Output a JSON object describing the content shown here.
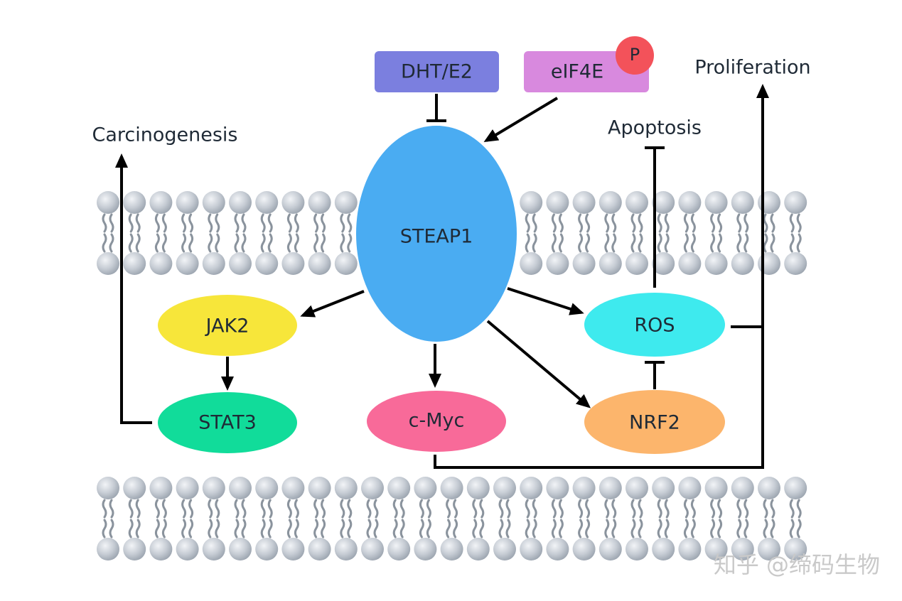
{
  "diagram": {
    "nodes": {
      "dht_e2": {
        "label": "DHT/E2",
        "color": "#7b7fdf"
      },
      "eif4e": {
        "label": "eIF4E",
        "color": "#d889de"
      },
      "phospho": {
        "label": "P",
        "color": "#f3525a"
      },
      "steap1": {
        "label": "STEAP1",
        "color": "#4aacf2"
      },
      "jak2": {
        "label": "JAK2",
        "color": "#f7e63a"
      },
      "stat3": {
        "label": "STAT3",
        "color": "#11dc9a"
      },
      "cmyc": {
        "label": "c-Myc",
        "color": "#f86a99"
      },
      "ros": {
        "label": "ROS",
        "color": "#3eeaee"
      },
      "nrf2": {
        "label": "NRF2",
        "color": "#fcb56c"
      }
    },
    "outcomes": {
      "carcinogenesis": "Carcinogenesis",
      "apoptosis": "Apoptosis",
      "proliferation": "Proliferation"
    },
    "edges": [
      {
        "from": "dht_e2",
        "to": "steap1",
        "type": "inhibit"
      },
      {
        "from": "eif4e",
        "to": "steap1",
        "type": "activate"
      },
      {
        "from": "steap1",
        "to": "jak2",
        "type": "activate"
      },
      {
        "from": "steap1",
        "to": "cmyc",
        "type": "activate"
      },
      {
        "from": "steap1",
        "to": "ros",
        "type": "activate"
      },
      {
        "from": "steap1",
        "to": "nrf2",
        "type": "activate"
      },
      {
        "from": "jak2",
        "to": "stat3",
        "type": "activate"
      },
      {
        "from": "stat3",
        "to": "carcinogenesis",
        "type": "activate"
      },
      {
        "from": "nrf2",
        "to": "ros",
        "type": "inhibit"
      },
      {
        "from": "ros",
        "to": "apoptosis",
        "type": "inhibit"
      },
      {
        "from": "ros",
        "to": "proliferation",
        "type": "activate"
      },
      {
        "from": "cmyc",
        "to": "proliferation",
        "type": "activate"
      }
    ],
    "membrane": {
      "head_color": "#c3c9d2"
    }
  },
  "watermark": "知乎 @缔码生物"
}
